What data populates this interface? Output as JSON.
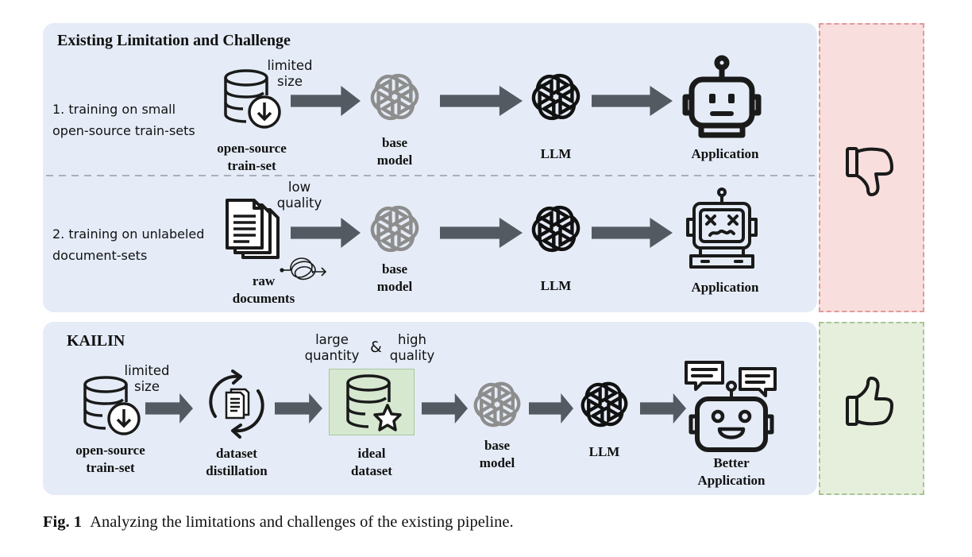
{
  "top_section": {
    "title": "Existing Limitation and Challenge",
    "row1": {
      "desc_line1": "1. training on small",
      "desc_line2": "open-source train-sets",
      "note_line1": "limited",
      "note_line2": "size",
      "source_line1": "open-source",
      "source_line2": "train-set",
      "base_line1": "base",
      "base_line2": "model",
      "llm": "LLM",
      "app": "Application"
    },
    "row2": {
      "desc_line1": "2. training on unlabeled",
      "desc_line2": "document-sets",
      "note_line1": "low",
      "note_line2": "quality",
      "source_line1": "raw",
      "source_line2": "documents",
      "base_line1": "base",
      "base_line2": "model",
      "llm": "LLM",
      "app": "Application"
    }
  },
  "bottom_section": {
    "title": "KAILIN",
    "note_line1": "limited",
    "note_line2": "size",
    "source_line1": "open-source",
    "source_line2": "train-set",
    "distill_line1": "dataset",
    "distill_line2": "distillation",
    "qty_line1": "large",
    "qty_line2": "quantity",
    "amp": "&",
    "qual_line1": "high",
    "qual_line2": "quality",
    "ideal_line1": "ideal",
    "ideal_line2": "dataset",
    "base_line1": "base",
    "base_line2": "model",
    "llm": "LLM",
    "app_line1": "Better",
    "app_line2": "Application"
  },
  "caption": {
    "label": "Fig. 1",
    "text": "Analyzing the limitations and challenges of the existing pipeline."
  },
  "colors": {
    "panel": "#e5ecf7",
    "bad_fill": "#f9dede",
    "bad_border": "#e09a9a",
    "good_fill": "#e6efdc",
    "good_border": "#a8c49a",
    "arrow": "#545a61",
    "ideal_box": "#d6e8cf"
  },
  "icons": [
    "database-download-icon",
    "openai-logo-icon",
    "robot-icon",
    "broken-robot-icon",
    "documents-icon",
    "tangle-icon",
    "distill-cycle-icon",
    "database-star-icon",
    "chat-robot-icon",
    "thumbs-down-icon",
    "thumbs-up-icon"
  ]
}
